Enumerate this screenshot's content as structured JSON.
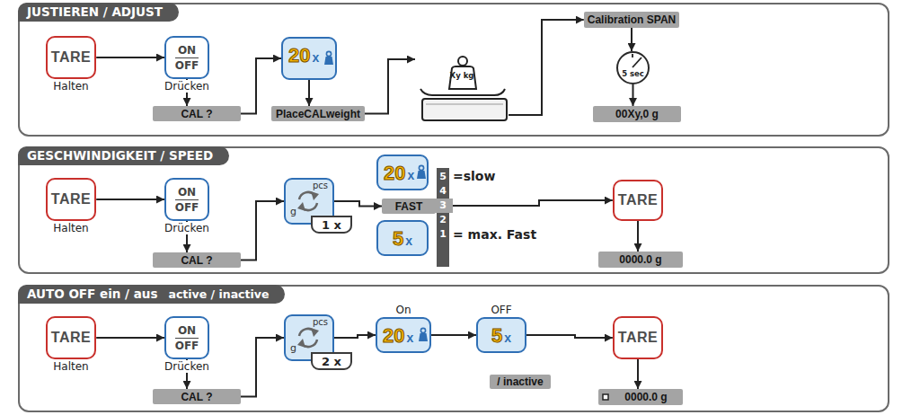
{
  "diagram": {
    "nodes": [
      {
        "text": [
          "JUSTIEREN / ADJUST"
        ]
      },
      {
        "text": [
          "TARE",
          "Halten"
        ],
        "in": 0
      },
      {
        "text": [
          "ON",
          "OFF",
          "Drücken"
        ],
        "in": 0
      },
      {
        "text": [
          "CAL ?"
        ],
        "in": 0
      },
      {
        "text": [
          "20",
          "x"
        ],
        "in": 0
      },
      {
        "text": [
          "PlaceCALweight"
        ],
        "in": 0
      },
      {
        "text": [
          "Xy kg"
        ],
        "in": 0
      },
      {
        "text": [
          "Calibration SPAN"
        ],
        "in": 0
      },
      {
        "text": [
          "5 sec"
        ],
        "in": 0
      },
      {
        "text": [
          "00Xy,0 g"
        ],
        "in": 0
      },
      {
        "text": [
          "GESCHWINDIGKEIT / SPEED"
        ]
      },
      {
        "text": [
          "TARE",
          "Halten"
        ],
        "in": 10
      },
      {
        "text": [
          "ON",
          "OFF",
          "Drücken"
        ],
        "in": 10
      },
      {
        "text": [
          "CAL ?"
        ],
        "in": 10
      },
      {
        "text": [
          "pcs",
          "g"
        ],
        "in": 10
      },
      {
        "text": [
          "1 x"
        ],
        "in": 14
      },
      {
        "text": [
          "20",
          "x"
        ],
        "in": 10
      },
      {
        "text": [
          "FAST"
        ],
        "in": 10
      },
      {
        "text": [
          "5",
          "x"
        ],
        "in": 10
      },
      {
        "text": [
          "5",
          "4",
          "3",
          "2",
          "1"
        ],
        "in": 10
      },
      {
        "text": [
          "TARE"
        ],
        "in": 10
      },
      {
        "text": [
          "0000.0 g"
        ],
        "in": 10
      },
      {
        "text": [
          "AUTO OFF ein / aus",
          "active / inactive"
        ]
      },
      {
        "text": [
          "TARE",
          "Halten"
        ],
        "in": 22
      },
      {
        "text": [
          "ON",
          "OFF",
          "Drücken"
        ],
        "in": 22
      },
      {
        "text": [
          "CAL ?"
        ],
        "in": 22
      },
      {
        "text": [
          "pcs",
          "g"
        ],
        "in": 22
      },
      {
        "text": [
          "2 x"
        ],
        "in": 26
      },
      {
        "text": [
          "On",
          "20",
          "x"
        ],
        "in": 22
      },
      {
        "text": [
          "OFF",
          "5",
          "x"
        ],
        "in": 22
      },
      {
        "text": [
          "/ inactive"
        ],
        "in": 22
      },
      {
        "text": [
          "TARE"
        ],
        "in": 22
      },
      {
        "text": [
          "0000.0 g"
        ],
        "in": 22
      }
    ],
    "edges": [
      {
        "from": 1,
        "to": 2,
        "arrow": "to"
      },
      {
        "from": 2,
        "to": 3,
        "arrow": "to"
      },
      {
        "from": 3,
        "to": 4,
        "arrow": "to"
      },
      {
        "from": 4,
        "to": 5,
        "arrow": "to"
      },
      {
        "from": 5,
        "to": 6,
        "arrow": "to"
      },
      {
        "from": 6,
        "to": 7,
        "arrow": "to"
      },
      {
        "from": 7,
        "to": 8,
        "arrow": "to"
      },
      {
        "from": 8,
        "to": 9,
        "arrow": "to"
      },
      {
        "from": 11,
        "to": 12,
        "arrow": "to"
      },
      {
        "from": 12,
        "to": 13,
        "arrow": "to"
      },
      {
        "from": 13,
        "to": 14,
        "arrow": "to"
      },
      {
        "from": 14,
        "to": 17,
        "arrow": "to"
      },
      {
        "from": 19,
        "to": 20,
        "arrow": "to"
      },
      {
        "from": 20,
        "to": 21,
        "arrow": "to"
      },
      {
        "from": 23,
        "to": 24,
        "arrow": "to"
      },
      {
        "from": 24,
        "to": 25,
        "arrow": "to"
      },
      {
        "from": 25,
        "to": 26,
        "arrow": "to"
      },
      {
        "from": 26,
        "to": 28,
        "arrow": "to"
      },
      {
        "from": 28,
        "to": 29,
        "arrow": "to"
      },
      {
        "from": 29,
        "to": 31,
        "arrow": "to"
      },
      {
        "from": 31,
        "to": 32,
        "arrow": "to"
      }
    ],
    "labels": [
      "=slow",
      "= max. Fast"
    ]
  }
}
